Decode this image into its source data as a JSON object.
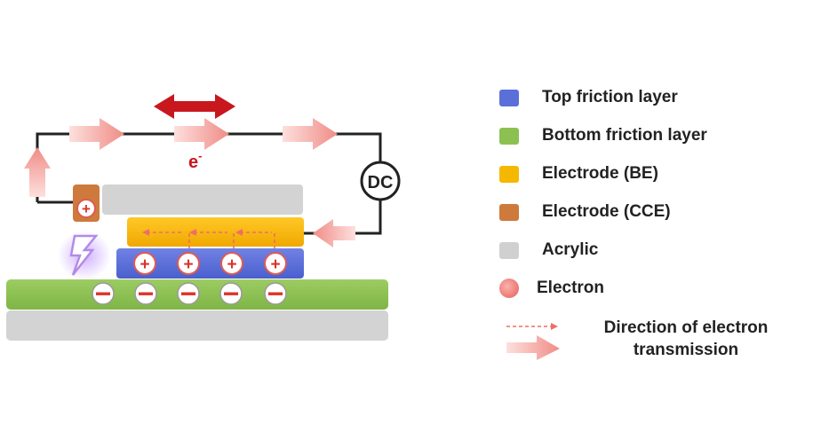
{
  "diagram": {
    "electron_symbol": "e",
    "electron_charge": "-",
    "source_label": "DC",
    "plus_sign": "+",
    "minus_sign": "−"
  },
  "legend": {
    "items": [
      {
        "label": "Top friction layer",
        "color": "#5b6fd8",
        "shape": "square"
      },
      {
        "label": "Bottom friction layer",
        "color": "#8cc152",
        "shape": "square"
      },
      {
        "label": "Electrode (BE)",
        "color": "#f5b800",
        "shape": "square"
      },
      {
        "label": "Electrode (CCE)",
        "color": "#cd7a3c",
        "shape": "square"
      },
      {
        "label": "Acrylic",
        "color": "#d0d0d0",
        "shape": "square"
      },
      {
        "label": "Electron",
        "color": "#ee7f79",
        "shape": "circle"
      }
    ],
    "direction_label": "Direction of electron transmission"
  }
}
